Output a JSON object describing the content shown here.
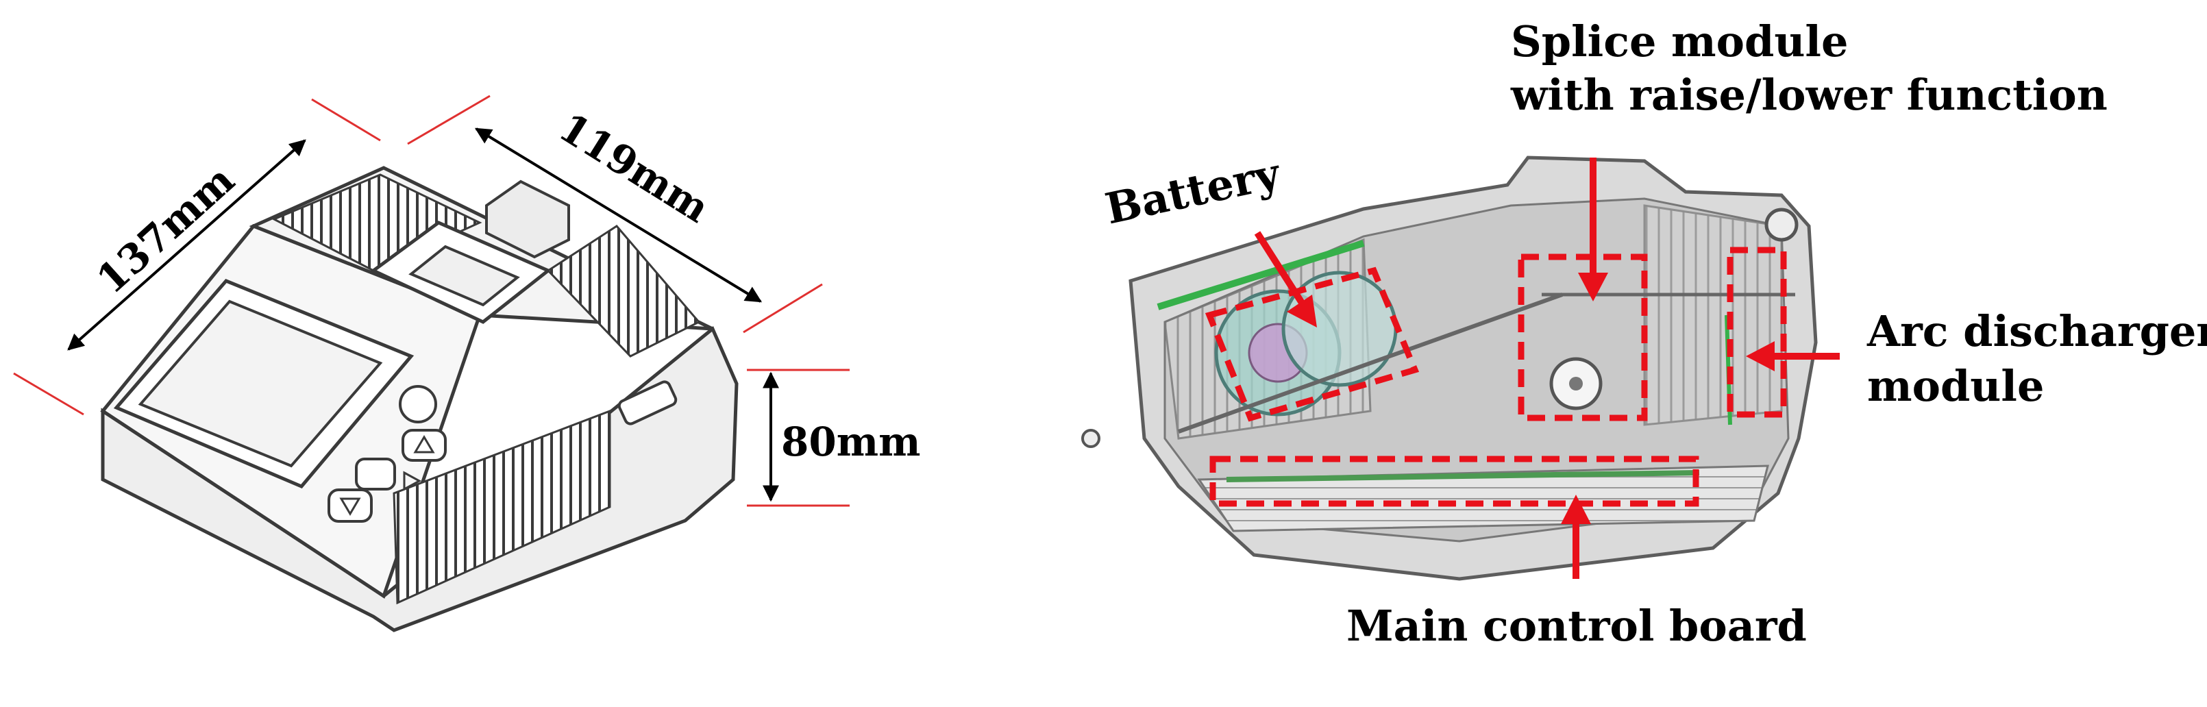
{
  "dimensions": {
    "depth": "137mm",
    "width": "119mm",
    "height": "80mm"
  },
  "labels": {
    "splice_line1": "Splice module",
    "splice_line2": "with raise/lower function",
    "battery": "Battery",
    "arc_line1": "Arc discharger",
    "arc_line2": "module",
    "main_board": "Main control board"
  },
  "colors": {
    "annotation_red": "#e8101a",
    "guide_red": "#e03030",
    "outline": "#3a3a3a",
    "shell_fill": "#f2f2f2",
    "xray_fill": "#d6d6d6",
    "pcb_green": "#36b04a"
  }
}
